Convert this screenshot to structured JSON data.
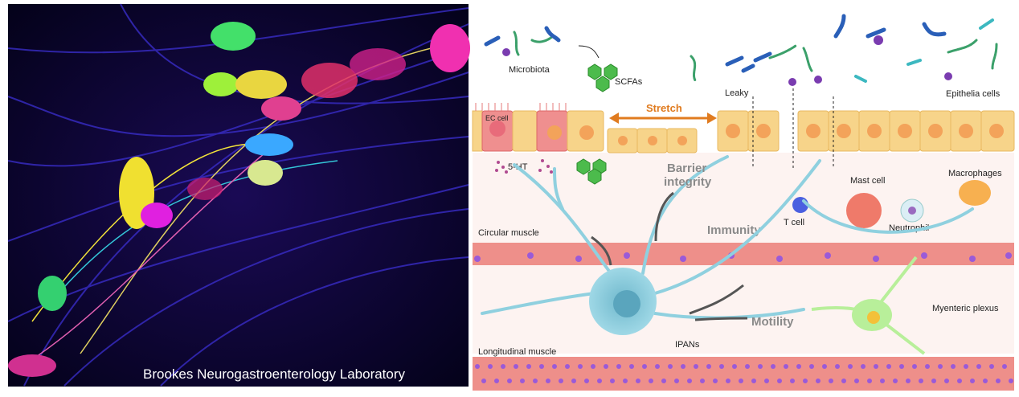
{
  "left_panel": {
    "caption": "Brookes Neurogastroenterology Laboratory"
  },
  "right_panel": {
    "labels": {
      "microbiota": "Microbiota",
      "scfas": "SCFAs",
      "leaky": "Leaky",
      "epithelia_cells": "Epithelia cells",
      "ec_cell": "EC cell",
      "stretch": "Stretch",
      "five_ht": "5-HT",
      "barrier_1": "Barrier",
      "barrier_2": "integrity",
      "mast_cell": "Mast cell",
      "macrophages": "Macrophages",
      "t_cell": "T cell",
      "immunity": "Immunity",
      "neutrophil": "Neutrophil",
      "circular_muscle": "Circular muscle",
      "motility": "Motility",
      "myenteric_plexus": "Myenteric plexus",
      "longitudinal_muscle": "Longitudinal muscle",
      "ipans": "IPANs"
    },
    "colors": {
      "stretch": "#e07b1f",
      "epithelium": "#f7d48a",
      "ec_cell": "#ef8f8f",
      "muscle": "#ee8f8a",
      "neuron": "#8fd0df",
      "myenteric": "#b8ef9a"
    }
  }
}
